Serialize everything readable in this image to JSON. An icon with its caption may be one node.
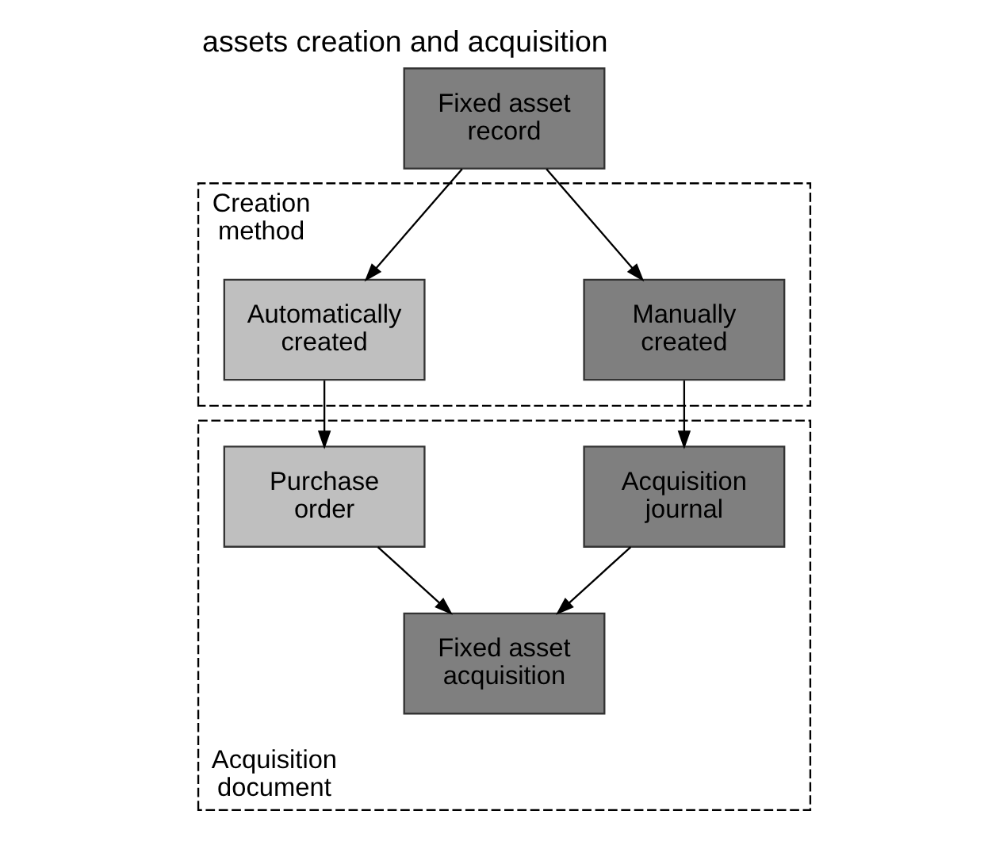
{
  "diagram": {
    "title": "assets creation and acquisition",
    "nodes": [
      {
        "text": [
          "Fixed asset record"
        ]
      },
      {
        "text": [
          "Creation method"
        ]
      },
      {
        "text": [
          "Manually created"
        ],
        "in": 1
      },
      {
        "text": [
          "Automatically created"
        ],
        "in": 1
      },
      {
        "text": [
          "Acquisition document"
        ]
      },
      {
        "text": [
          "Acquisition journal"
        ],
        "in": 4
      },
      {
        "text": [
          "Purchase order"
        ],
        "in": 4
      },
      {
        "text": [
          "Fixed asset acquisition"
        ],
        "in": 4
      }
    ],
    "edges": [
      {
        "from": 0,
        "to": 2,
        "arrow": "to"
      },
      {
        "from": 0,
        "to": 3,
        "arrow": "to"
      },
      {
        "from": 2,
        "to": 5,
        "arrow": "to"
      },
      {
        "from": 3,
        "to": 6,
        "arrow": "to"
      },
      {
        "from": 5,
        "to": 7,
        "arrow": "to"
      },
      {
        "from": 6,
        "to": 7,
        "arrow": "to"
      }
    ]
  }
}
